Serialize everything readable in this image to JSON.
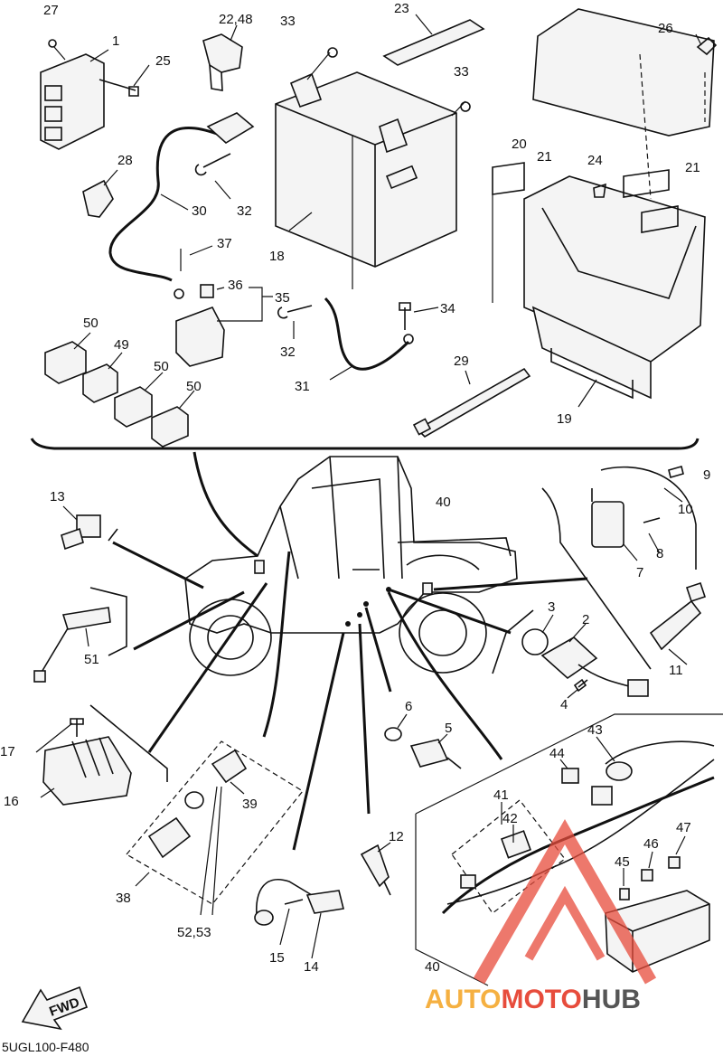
{
  "callouts": [
    {
      "id": "c27",
      "text": "27"
    },
    {
      "id": "c1",
      "text": "1"
    },
    {
      "id": "c25",
      "text": "25"
    },
    {
      "id": "c2248",
      "text": "22,48"
    },
    {
      "id": "c33a",
      "text": "33"
    },
    {
      "id": "c23",
      "text": "23"
    },
    {
      "id": "c33b",
      "text": "33"
    },
    {
      "id": "c26",
      "text": "26"
    },
    {
      "id": "c20",
      "text": "20"
    },
    {
      "id": "c21a",
      "text": "21"
    },
    {
      "id": "c24",
      "text": "24"
    },
    {
      "id": "c21b",
      "text": "21"
    },
    {
      "id": "c28",
      "text": "28"
    },
    {
      "id": "c30",
      "text": "30"
    },
    {
      "id": "c32a",
      "text": "32"
    },
    {
      "id": "c18",
      "text": "18"
    },
    {
      "id": "c37",
      "text": "37"
    },
    {
      "id": "c36",
      "text": "36"
    },
    {
      "id": "c35",
      "text": "35"
    },
    {
      "id": "c34",
      "text": "34"
    },
    {
      "id": "c32b",
      "text": "32"
    },
    {
      "id": "c50a",
      "text": "50"
    },
    {
      "id": "c49",
      "text": "49"
    },
    {
      "id": "c50b",
      "text": "50"
    },
    {
      "id": "c50c",
      "text": "50"
    },
    {
      "id": "c29",
      "text": "29"
    },
    {
      "id": "c31",
      "text": "31"
    },
    {
      "id": "c19",
      "text": "19"
    },
    {
      "id": "c13",
      "text": "13"
    },
    {
      "id": "c40a",
      "text": "40"
    },
    {
      "id": "c9",
      "text": "9"
    },
    {
      "id": "c10",
      "text": "10"
    },
    {
      "id": "c8",
      "text": "8"
    },
    {
      "id": "c7",
      "text": "7"
    },
    {
      "id": "c51",
      "text": "51"
    },
    {
      "id": "c3",
      "text": "3"
    },
    {
      "id": "c2",
      "text": "2"
    },
    {
      "id": "c11",
      "text": "11"
    },
    {
      "id": "c4",
      "text": "4"
    },
    {
      "id": "c6",
      "text": "6"
    },
    {
      "id": "c5",
      "text": "5"
    },
    {
      "id": "c17",
      "text": "17"
    },
    {
      "id": "c16",
      "text": "16"
    },
    {
      "id": "c39",
      "text": "39"
    },
    {
      "id": "c43",
      "text": "43"
    },
    {
      "id": "c44",
      "text": "44"
    },
    {
      "id": "c41",
      "text": "41"
    },
    {
      "id": "c42",
      "text": "42"
    },
    {
      "id": "c12",
      "text": "12"
    },
    {
      "id": "c47",
      "text": "47"
    },
    {
      "id": "c46",
      "text": "46"
    },
    {
      "id": "c45",
      "text": "45"
    },
    {
      "id": "c38",
      "text": "38"
    },
    {
      "id": "c5253",
      "text": "52,53"
    },
    {
      "id": "c15",
      "text": "15"
    },
    {
      "id": "c14",
      "text": "14"
    },
    {
      "id": "c40b",
      "text": "40"
    }
  ],
  "fwd_label": "FWD",
  "diagram_code": "5UGL100-F480",
  "watermark": {
    "part1": "AUTO",
    "part2": "MOTO",
    "part3": "HUB",
    "color_orange": "#f5b041",
    "color_red": "#e74c3c",
    "color_gray": "#555555"
  }
}
